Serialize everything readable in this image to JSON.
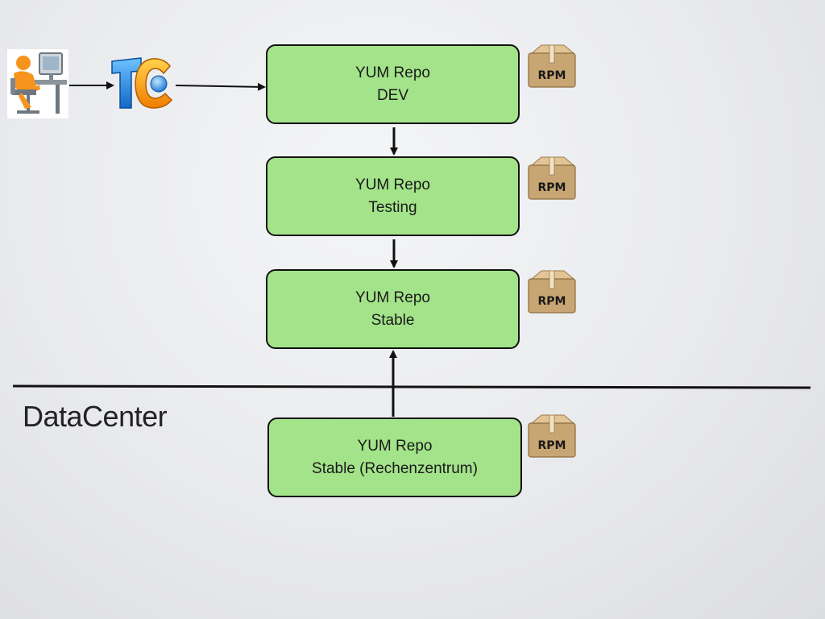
{
  "repos": [
    {
      "id": "dev",
      "line1": "YUM Repo",
      "line2": "DEV"
    },
    {
      "id": "testing",
      "line1": "YUM Repo",
      "line2": "Testing"
    },
    {
      "id": "stable",
      "line1": "YUM Repo",
      "line2": "Stable"
    },
    {
      "id": "stable-dc",
      "line1": "YUM Repo",
      "line2": "Stable (Rechenzentrum)"
    }
  ],
  "rpm_badge": "RPM",
  "datacenter_label": "DataCenter",
  "icons": {
    "developer": "developer-workstation-icon",
    "ci_server": "teamcity-logo-icon",
    "package": "rpm-package-icon"
  },
  "colors": {
    "repo_fill": "#a3e38a",
    "repo_border": "#111111",
    "connector": "#111111",
    "box_brown": "#c8a673"
  }
}
